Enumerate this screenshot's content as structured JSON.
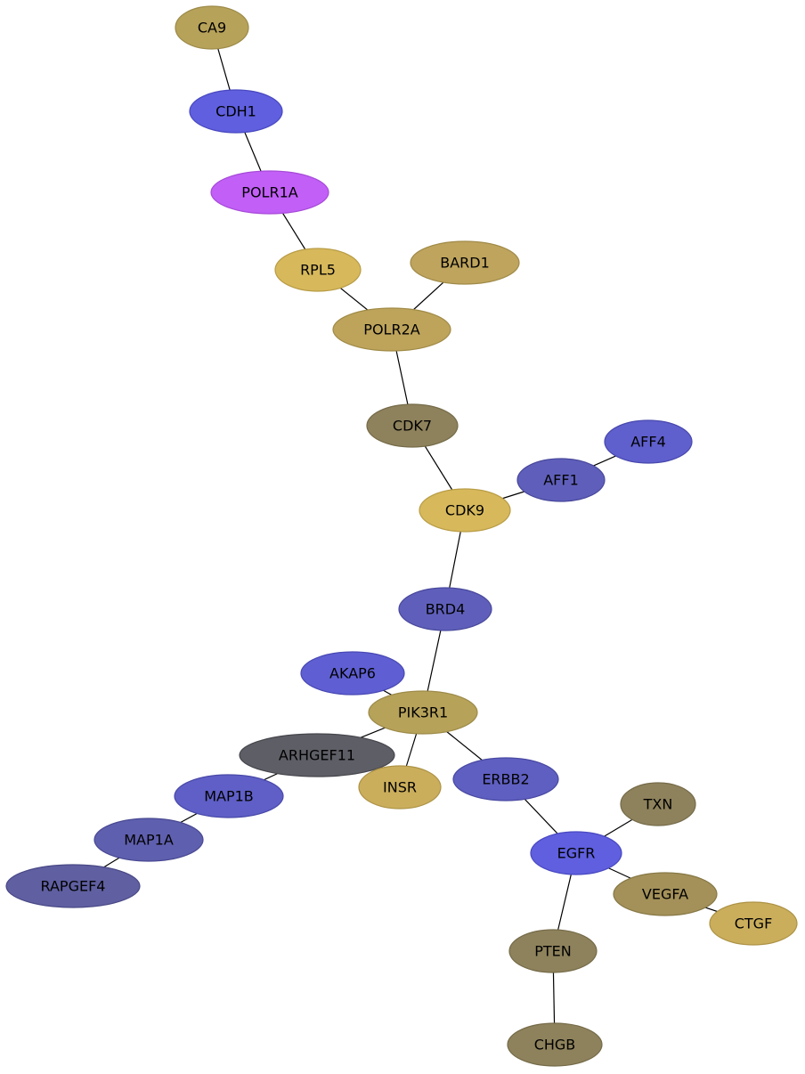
{
  "nodes": [
    {
      "id": "CA9",
      "label": "CA9",
      "fill": "#b7a25a",
      "stroke": "#9c8a48"
    },
    {
      "id": "CDH1",
      "label": "CDH1",
      "fill": "#5f5fdf",
      "stroke": "#4848c0"
    },
    {
      "id": "POLR1A",
      "label": "POLR1A",
      "fill": "#c25ff7",
      "stroke": "#a64ad8"
    },
    {
      "id": "RPL5",
      "label": "RPL5",
      "fill": "#d7b95c",
      "stroke": "#b89c45"
    },
    {
      "id": "BARD1",
      "label": "BARD1",
      "fill": "#bea45d",
      "stroke": "#a08a48"
    },
    {
      "id": "POLR2A",
      "label": "POLR2A",
      "fill": "#bea45b",
      "stroke": "#a08a46"
    },
    {
      "id": "CDK7",
      "label": "CDK7",
      "fill": "#8e825c",
      "stroke": "#756b49"
    },
    {
      "id": "AFF4",
      "label": "AFF4",
      "fill": "#5f5fcd",
      "stroke": "#4848ae"
    },
    {
      "id": "AFF1",
      "label": "AFF1",
      "fill": "#5f5fbb",
      "stroke": "#48489c"
    },
    {
      "id": "CDK9",
      "label": "CDK9",
      "fill": "#d7b95c",
      "stroke": "#b89c45"
    },
    {
      "id": "BRD4",
      "label": "BRD4",
      "fill": "#5f5fbb",
      "stroke": "#48489c"
    },
    {
      "id": "AKAP6",
      "label": "AKAP6",
      "fill": "#5f5fd3",
      "stroke": "#4848b4"
    },
    {
      "id": "PIK3R1",
      "label": "PIK3R1",
      "fill": "#b7a25a",
      "stroke": "#9c8a48"
    },
    {
      "id": "ARHGEF11",
      "label": "ARHGEF11",
      "fill": "#5e5e66",
      "stroke": "#45454c"
    },
    {
      "id": "INSR",
      "label": "INSR",
      "fill": "#cbae5c",
      "stroke": "#ad9346"
    },
    {
      "id": "ERBB2",
      "label": "ERBB2",
      "fill": "#5f5fc1",
      "stroke": "#4848a2"
    },
    {
      "id": "MAP1B",
      "label": "MAP1B",
      "fill": "#5f5fc7",
      "stroke": "#4848a8"
    },
    {
      "id": "MAP1A",
      "label": "MAP1A",
      "fill": "#5f5faf",
      "stroke": "#484892"
    },
    {
      "id": "RAPGEF4",
      "label": "RAPGEF4",
      "fill": "#5f5fa1",
      "stroke": "#484886"
    },
    {
      "id": "TXN",
      "label": "TXN",
      "fill": "#8e825c",
      "stroke": "#756b49"
    },
    {
      "id": "EGFR",
      "label": "EGFR",
      "fill": "#5f5fdf",
      "stroke": "#4848c0"
    },
    {
      "id": "VEGFA",
      "label": "VEGFA",
      "fill": "#a39159",
      "stroke": "#877846"
    },
    {
      "id": "CTGF",
      "label": "CTGF",
      "fill": "#cbae5c",
      "stroke": "#ad9346"
    },
    {
      "id": "PTEN",
      "label": "PTEN",
      "fill": "#8e825c",
      "stroke": "#756b49"
    },
    {
      "id": "CHGB",
      "label": "CHGB",
      "fill": "#8e825c",
      "stroke": "#756b49"
    }
  ],
  "edges": [
    [
      "CA9",
      "CDH1"
    ],
    [
      "CDH1",
      "POLR1A"
    ],
    [
      "POLR1A",
      "RPL5"
    ],
    [
      "RPL5",
      "POLR2A"
    ],
    [
      "BARD1",
      "POLR2A"
    ],
    [
      "POLR2A",
      "CDK7"
    ],
    [
      "CDK7",
      "CDK9"
    ],
    [
      "AFF4",
      "AFF1"
    ],
    [
      "AFF1",
      "CDK9"
    ],
    [
      "CDK9",
      "BRD4"
    ],
    [
      "BRD4",
      "PIK3R1"
    ],
    [
      "AKAP6",
      "PIK3R1"
    ],
    [
      "PIK3R1",
      "ARHGEF11"
    ],
    [
      "PIK3R1",
      "INSR"
    ],
    [
      "PIK3R1",
      "ERBB2"
    ],
    [
      "ARHGEF11",
      "MAP1B"
    ],
    [
      "MAP1B",
      "MAP1A"
    ],
    [
      "MAP1A",
      "RAPGEF4"
    ],
    [
      "ERBB2",
      "EGFR"
    ],
    [
      "TXN",
      "EGFR"
    ],
    [
      "EGFR",
      "VEGFA"
    ],
    [
      "VEGFA",
      "CTGF"
    ],
    [
      "EGFR",
      "PTEN"
    ],
    [
      "PTEN",
      "CHGB"
    ]
  ]
}
